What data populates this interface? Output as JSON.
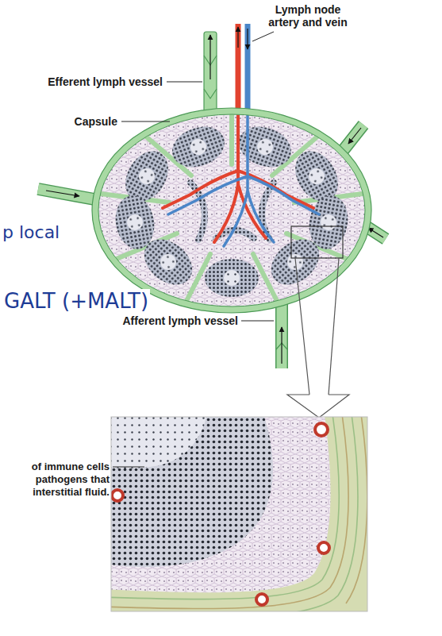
{
  "diagram": {
    "labels": [
      "Lymph node artery and vein",
      "Efferent lymph vessel",
      "Capsule",
      "p local",
      "GALT (+MALT)",
      "Afferent lymph vessel",
      "of immune cells pathogens that interstitial fluid."
    ]
  }
}
